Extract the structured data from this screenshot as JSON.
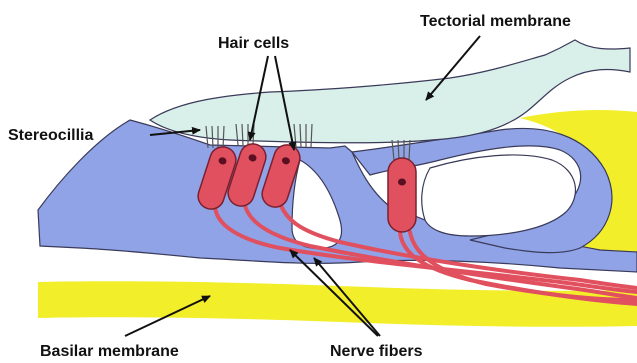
{
  "labels": {
    "tectorial": "Tectorial membrane",
    "hair_cells": "Hair cells",
    "stereocilia": "Stereocillia",
    "basilar": "Basilar membrane",
    "nerve": "Nerve fibers"
  },
  "colors": {
    "background": "#ffffff",
    "tissue_blue": "#8fa3e6",
    "tectorial_membrane": "#d9efe9",
    "basilar_yellow": "#f2ee2a",
    "hair_cell_red": "#e0505e",
    "nucleus": "#5a1020",
    "outline": "#3a3a5a"
  }
}
